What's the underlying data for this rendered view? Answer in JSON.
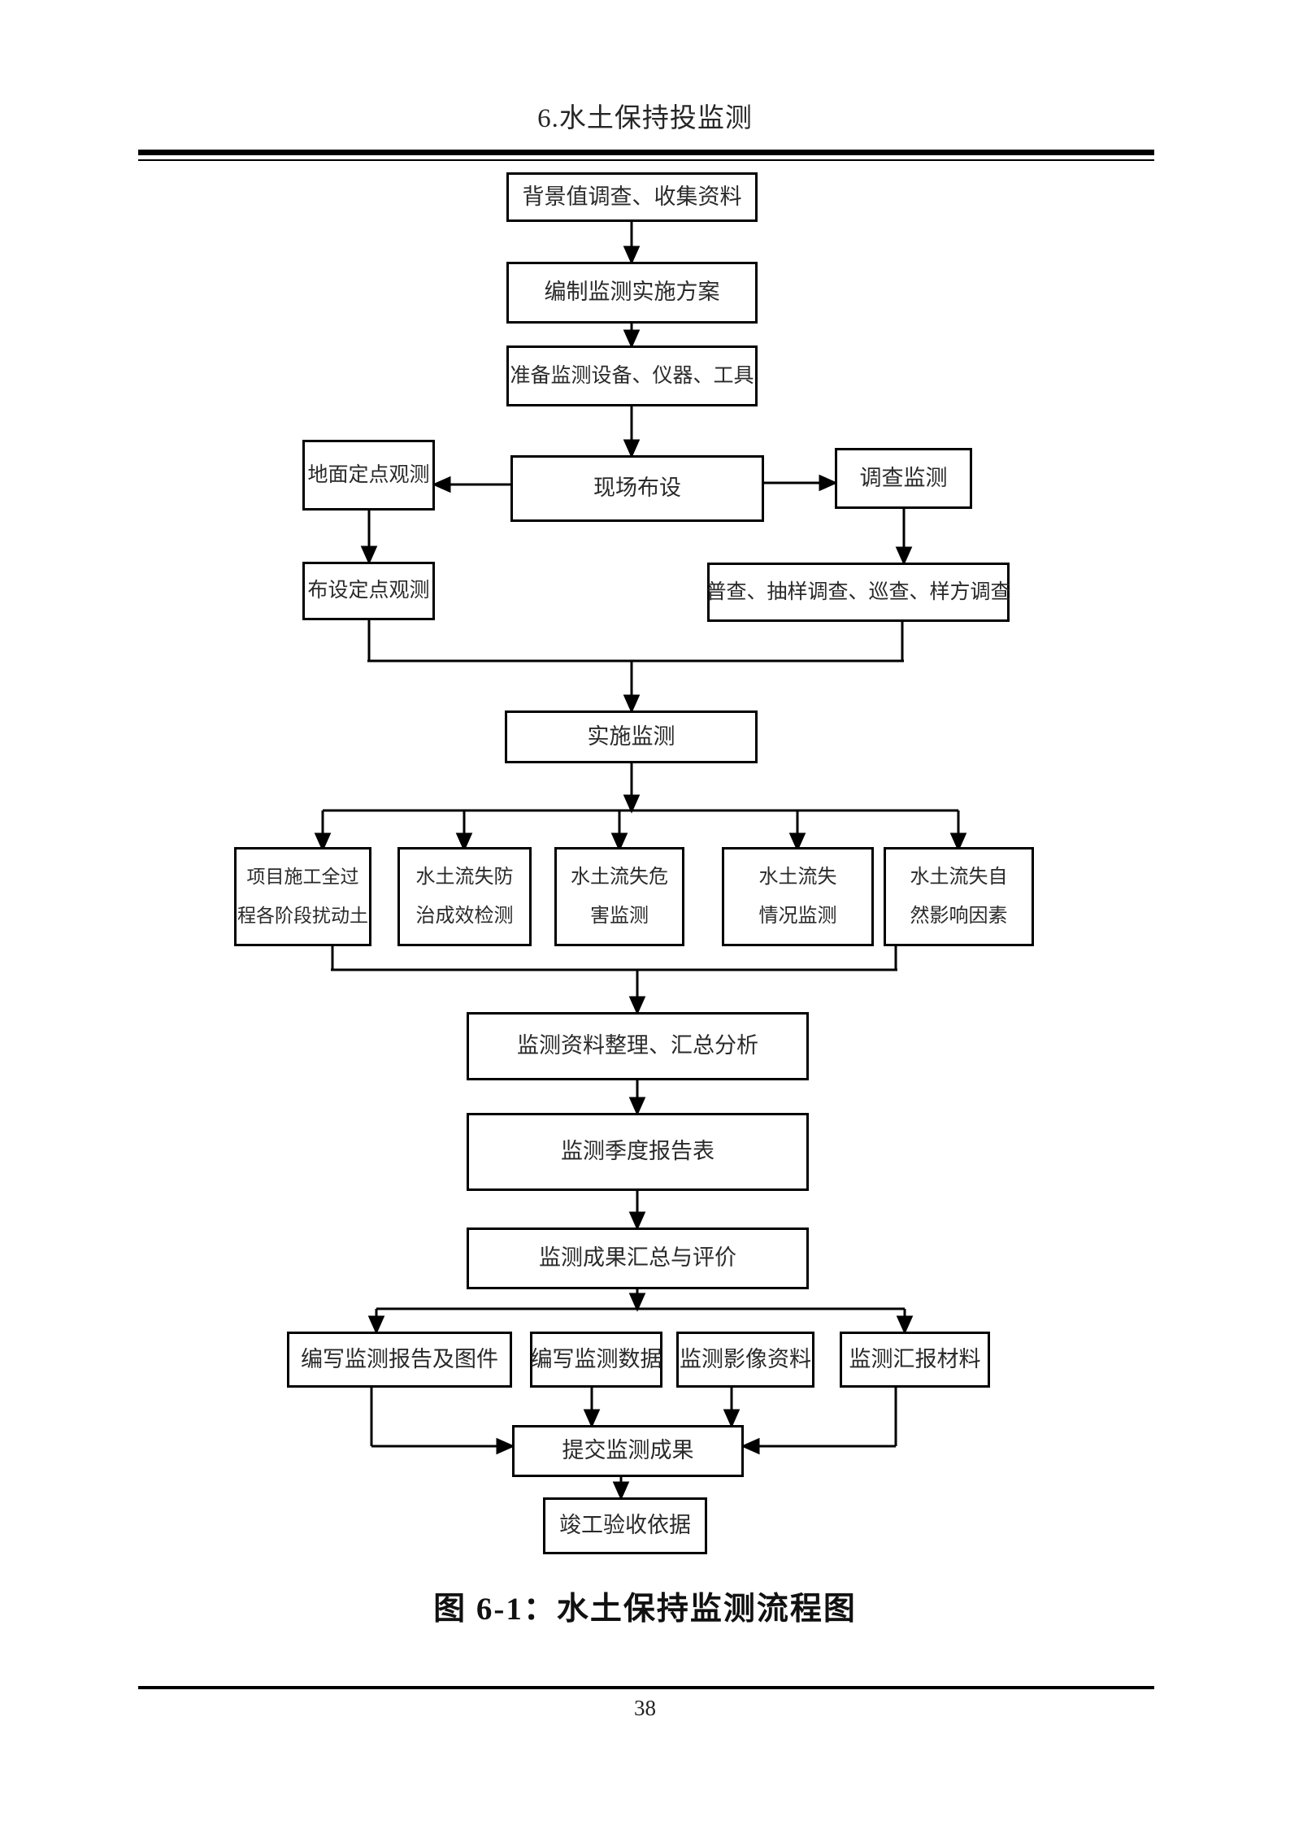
{
  "header": {
    "title": "6.水土保持投监测"
  },
  "flowchart": {
    "nodes": {
      "bg_survey": "背景值调查、收集资料",
      "plan": "编制监测实施方案",
      "prepare": "准备监测设备、仪器、工具",
      "site_layout": "现场布设",
      "ground_obs": "地面定点观测",
      "survey_monitor": "调查监测",
      "fixed_point": "布设定点观测",
      "census": "普查、抽样调查、巡查、样方调查",
      "implement": "实施监测",
      "f1_line1": "项目施工全过",
      "f1_line2": "程各阶段扰动土",
      "f2_line1": "水土流失防",
      "f2_line2": "治成效检测",
      "f3_line1": "水土流失危",
      "f3_line2": "害监测",
      "f4_line1": "水土流失",
      "f4_line2": "情况监测",
      "f5_line1": "水土流失自",
      "f5_line2": "然影响因素",
      "collate": "监测资料整理、汇总分析",
      "quarterly": "监测季度报告表",
      "summary_eval": "监测成果汇总与评价",
      "report": "编写监测报告及图件",
      "data": "编写监测数据",
      "imagery": "监测影像资料",
      "briefing": "监测汇报材料",
      "submit": "提交监测成果",
      "acceptance": "竣工验收依据"
    }
  },
  "caption": "图 6-1：水土保持监测流程图",
  "footer": {
    "page_number": "38"
  },
  "colors": {
    "ink": "#1c1c1c",
    "line": "#000000",
    "background": "#ffffff"
  }
}
